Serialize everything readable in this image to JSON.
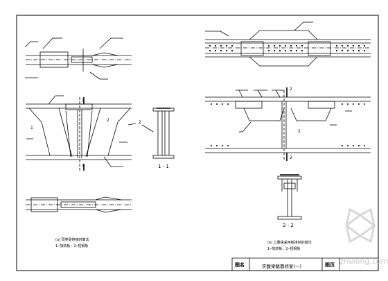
{
  "labels": {
    "section_1_1": "1 - 1",
    "section_2_2": "2 - 2",
    "mark_1": "1",
    "mark_2": "2"
  },
  "captions": {
    "left_line1": "(a) 同类梁拼接时做法",
    "left_line2": "1─加劲板；2─短钢板",
    "right_line1": "(b) 上翼缘采用板拼时的做法",
    "right_line2": "1─加劲板；2─短钢板"
  },
  "title_block": {
    "label_drawing_name": "图名",
    "drawing_name": "实腹梁截面修复(一)",
    "label_sheet_no": "图页",
    "sheet_no": ""
  },
  "watermark": {
    "text": "zhulong.com"
  }
}
